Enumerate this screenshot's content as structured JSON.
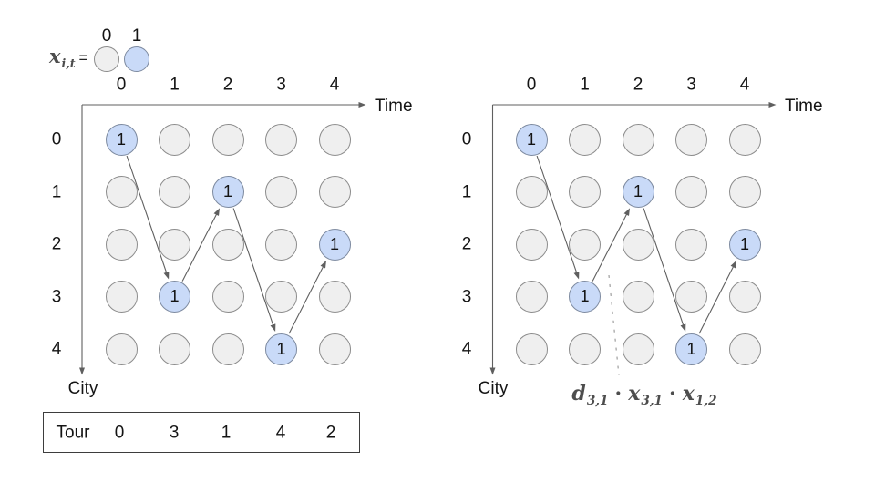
{
  "legend": {
    "variable": "x",
    "variable_sub": "i,t",
    "equals": "=",
    "off_label": "0",
    "on_label": "1"
  },
  "axis": {
    "time": "Time",
    "city": "City"
  },
  "grid": {
    "time_ticks": [
      "0",
      "1",
      "2",
      "3",
      "4"
    ],
    "city_ticks": [
      "0",
      "1",
      "2",
      "3",
      "4"
    ],
    "cell_value": "1",
    "tour": [
      0,
      3,
      1,
      4,
      2
    ]
  },
  "tour_table": {
    "label": "Tour",
    "values": [
      "0",
      "3",
      "1",
      "4",
      "2"
    ]
  },
  "annotation": {
    "terms": [
      {
        "base": "d",
        "sub": "3,1"
      },
      {
        "base": "x",
        "sub": "3,1"
      },
      {
        "base": "x",
        "sub": "1,2"
      }
    ],
    "dot": "·"
  },
  "colors": {
    "active_fill": "#c9daf8",
    "active_stroke": "#7d8aa0",
    "inactive_fill": "#efefef",
    "inactive_stroke": "#8c8c8c",
    "arrow": "#5f5f5f",
    "axis": "#5f5f5f",
    "dashed": "#9e9e9e",
    "math_text": "#4d4d4d"
  }
}
